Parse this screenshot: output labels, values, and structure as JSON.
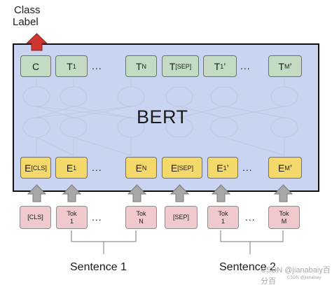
{
  "diagram": {
    "class_label": [
      "Class",
      "Label"
    ],
    "model_name": "BERT",
    "ellipsis": "...",
    "output_tokens": [
      {
        "main": "C",
        "sub": "",
        "post": ""
      },
      {
        "main": "T",
        "sub": "1",
        "post": ""
      },
      {
        "main": "T",
        "sub": "N",
        "post": ""
      },
      {
        "main": "T",
        "sub": "[SEP]",
        "post": ""
      },
      {
        "main": "T",
        "sub": "1",
        "post": "’"
      },
      {
        "main": "T",
        "sub": "M",
        "post": "’"
      }
    ],
    "embeddings": [
      {
        "main": "E",
        "sub": "[CLS]",
        "post": ""
      },
      {
        "main": "E",
        "sub": "1",
        "post": ""
      },
      {
        "main": "E",
        "sub": "N",
        "post": ""
      },
      {
        "main": "E",
        "sub": "[SEP]",
        "post": ""
      },
      {
        "main": "E",
        "sub": "1",
        "post": "’"
      },
      {
        "main": "E",
        "sub": "M",
        "post": "’"
      }
    ],
    "input_tokens": [
      {
        "line1": "[CLS]",
        "line2": ""
      },
      {
        "line1": "Tok",
        "line2": "1"
      },
      {
        "line1": "Tok",
        "line2": "N"
      },
      {
        "line1": "[SEP]",
        "line2": ""
      },
      {
        "line1": "Tok",
        "line2": "1"
      },
      {
        "line1": "Tok",
        "line2": "M"
      }
    ],
    "sentence_labels": [
      "Sentence 1",
      "Sentence 2"
    ],
    "colors": {
      "bert_panel": "#c9d4f1",
      "output_token": "#c2dbc2",
      "embedding": "#f4d869",
      "input_token": "#efc9cb",
      "class_arrow": "#d0352f",
      "input_arrow": "#a8a8a8"
    }
  },
  "watermark": {
    "line1": "CSDN @jianabaiy百分百",
    "line2": "CSDN @jianabaiy"
  }
}
